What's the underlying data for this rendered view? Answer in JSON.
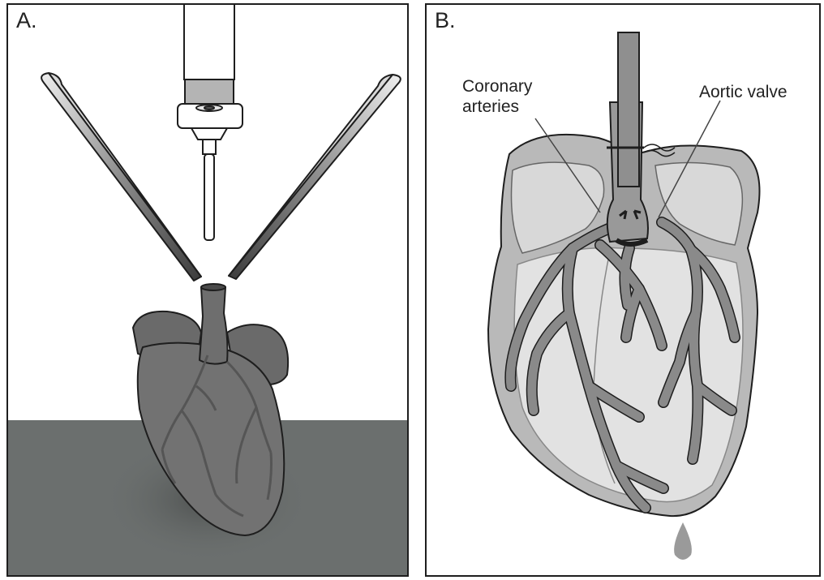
{
  "panel_a": {
    "letter": "A."
  },
  "panel_b": {
    "letter": "B.",
    "labels": {
      "coronary_line1": "Coronary",
      "coronary_line2": "arteries",
      "aortic_valve": "Aortic valve"
    }
  },
  "colors": {
    "table_surface": "#6b6f6e",
    "heart_a": "#6f6f6f",
    "heart_b_outer": "#b9b9b9",
    "heart_b_inner": "#e2e2e2",
    "vessel": "#8a8a8a",
    "outline": "#1e1e1e"
  },
  "icons": [
    "syringe-icon",
    "forceps-icon",
    "heart-icon",
    "cannula-icon",
    "drop-icon"
  ]
}
